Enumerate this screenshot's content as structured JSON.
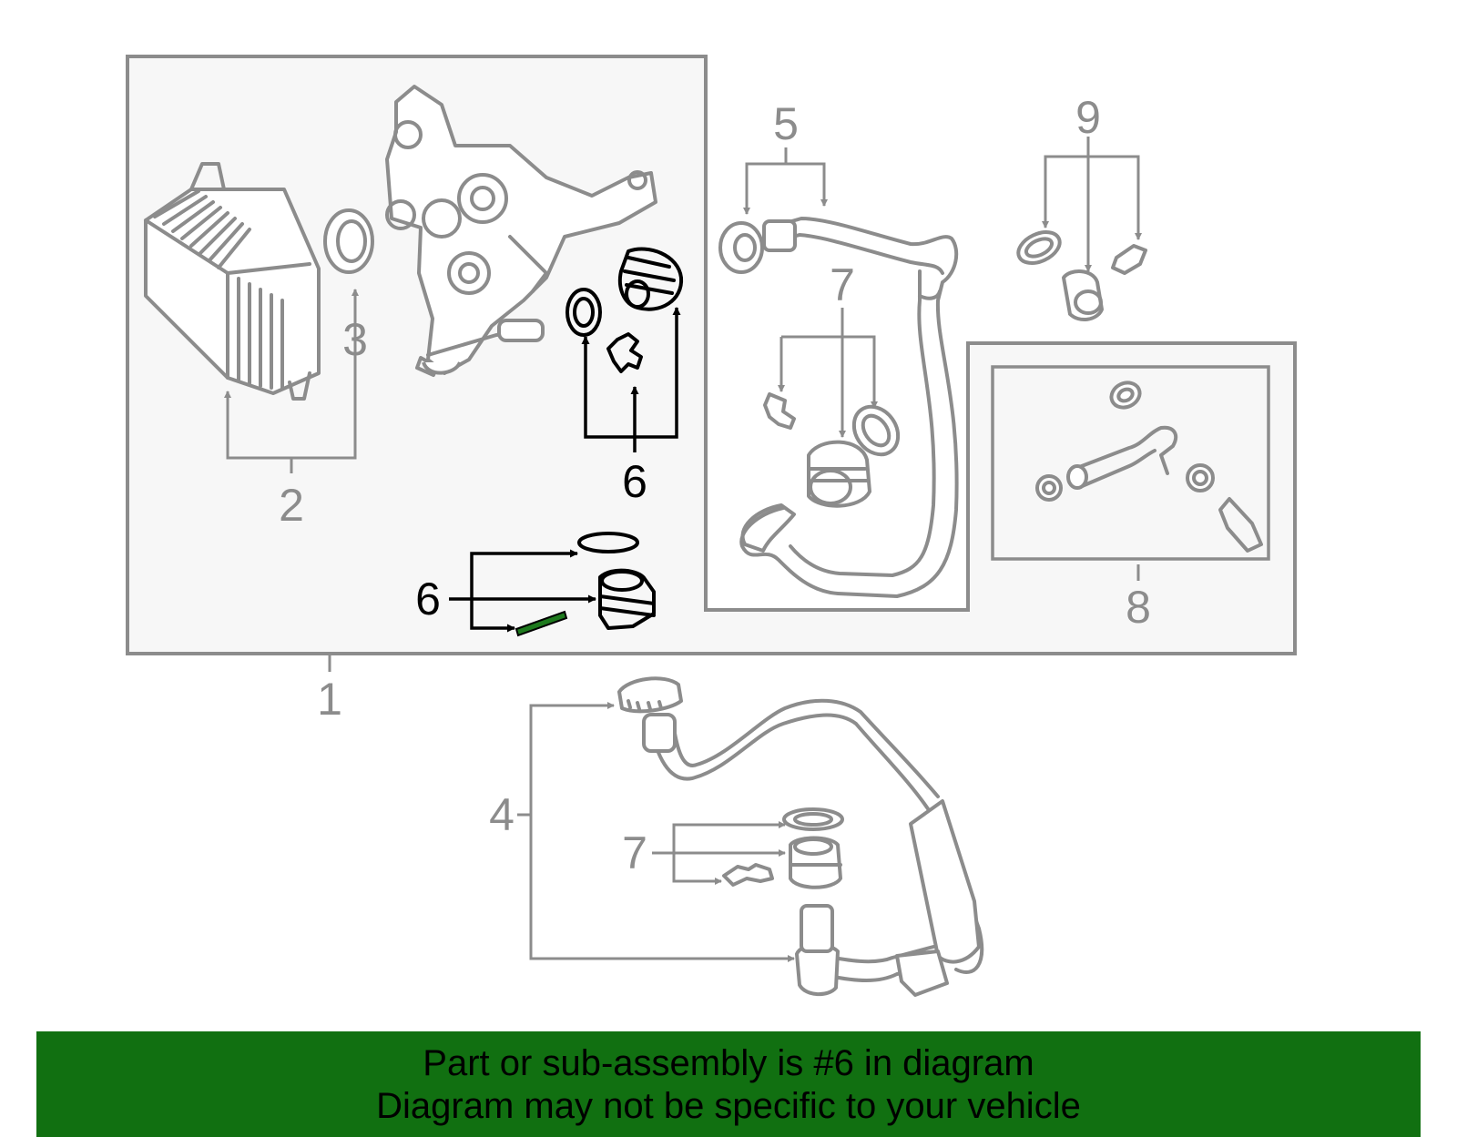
{
  "callouts": {
    "c1": "1",
    "c2": "2",
    "c3": "3",
    "c4": "4",
    "c5": "5",
    "c6a": "6",
    "c6b": "6",
    "c7a": "7",
    "c7b": "7",
    "c8": "8",
    "c9": "9"
  },
  "highlighted_part": "6",
  "footer": {
    "line1": "Part or sub-assembly is #6 in diagram",
    "line2": "Diagram may not be specific to your vehicle"
  },
  "colors": {
    "panel_background": "#f7f7f7",
    "line_art": "#8c8c8c",
    "highlight_line": "#000000",
    "highlight_part": "#1e7a1e",
    "footer_band": "#117011"
  }
}
